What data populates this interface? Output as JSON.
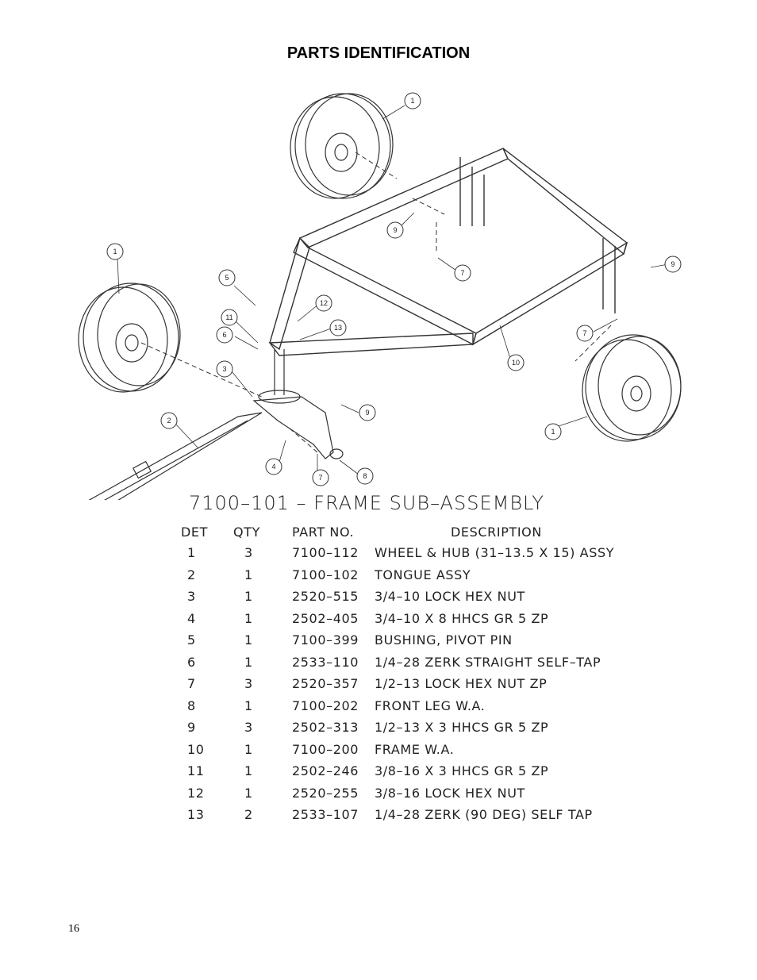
{
  "page_title": "PARTS IDENTIFICATION",
  "assembly_title": "7100–101 – FRAME SUB–ASSEMBLY",
  "table": {
    "headers": {
      "det": "DET",
      "qty": "QTY",
      "part": "PART NO.",
      "desc": "DESCRIPTION"
    },
    "rows": [
      {
        "det": "1",
        "qty": "3",
        "part": "7100–112",
        "desc": "WHEEL & HUB (31–13.5 X 15) ASSY"
      },
      {
        "det": "2",
        "qty": "1",
        "part": "7100–102",
        "desc": "TONGUE ASSY"
      },
      {
        "det": "3",
        "qty": "1",
        "part": "2520–515",
        "desc": "3/4–10 LOCK HEX NUT"
      },
      {
        "det": "4",
        "qty": "1",
        "part": "2502–405",
        "desc": "3/4–10 X 8 HHCS GR 5 ZP"
      },
      {
        "det": "5",
        "qty": "1",
        "part": "7100–399",
        "desc": "BUSHING, PIVOT PIN"
      },
      {
        "det": "6",
        "qty": "1",
        "part": "2533–110",
        "desc": "1/4–28 ZERK STRAIGHT SELF–TAP"
      },
      {
        "det": "7",
        "qty": "3",
        "part": "2520–357",
        "desc": "1/2–13 LOCK HEX NUT ZP"
      },
      {
        "det": "8",
        "qty": "1",
        "part": "7100–202",
        "desc": "FRONT LEG W.A."
      },
      {
        "det": "9",
        "qty": "3",
        "part": "2502–313",
        "desc": "1/2–13 X 3 HHCS GR 5 ZP"
      },
      {
        "det": "10",
        "qty": "1",
        "part": "7100–200",
        "desc": "FRAME W.A."
      },
      {
        "det": "11",
        "qty": "1",
        "part": "2502–246",
        "desc": "3/8–16 X 3 HHCS GR 5 ZP"
      },
      {
        "det": "12",
        "qty": "1",
        "part": "2520–255",
        "desc": "3/8–16 LOCK HEX NUT"
      },
      {
        "det": "13",
        "qty": "2",
        "part": "2533–107",
        "desc": "1/4–28 ZERK (90 DEG) SELF TAP"
      }
    ]
  },
  "callouts": [
    "1",
    "1",
    "1",
    "2",
    "3",
    "4",
    "5",
    "6",
    "7",
    "7",
    "7",
    "8",
    "9",
    "9",
    "9",
    "10",
    "11",
    "12",
    "13"
  ],
  "page_number": "16"
}
